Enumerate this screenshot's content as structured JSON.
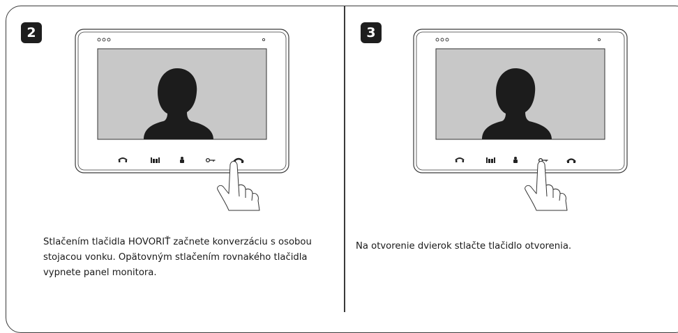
{
  "steps": [
    {
      "number": "2",
      "caption": "Stlačením tlačidla HOVORIŤ začnete konverzáciu s osobou stojacou vonku. Opätovným stlačením rovnakého tlačidla vypnete panel monitora.",
      "pressed_button": "talk-button"
    },
    {
      "number": "3",
      "caption": "Na otvorenie dvierok stlačte tlačidlo otvorenia.",
      "pressed_button": "unlock-button"
    }
  ],
  "icons": [
    "handset-up-icon",
    "book-icon",
    "person-icon",
    "key-icon",
    "hangup-icon",
    "pointing-hand-icon"
  ],
  "colors": {
    "badge": "#1e1e1e",
    "screen": "#c8c8c8",
    "silhouette": "#1c1c1c",
    "line": "#3a3a3a"
  }
}
